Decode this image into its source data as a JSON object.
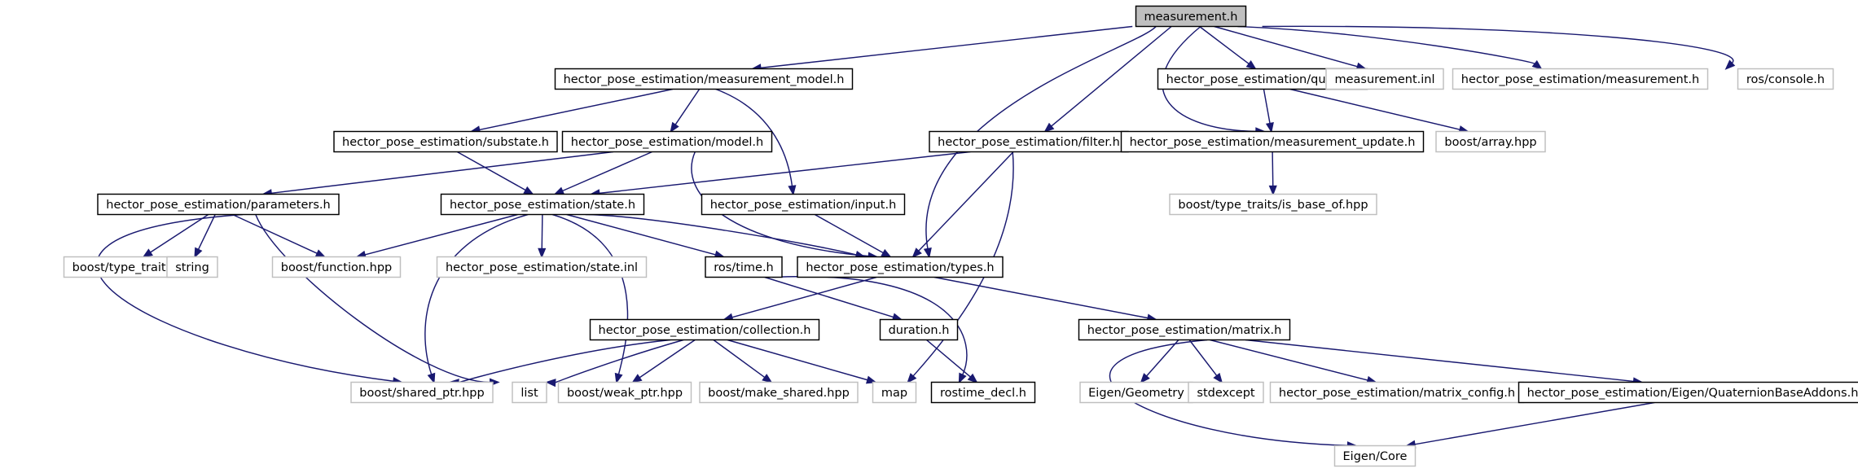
{
  "diagram": {
    "colors": {
      "edge": "#191970",
      "root_fill": "#bfbfbf",
      "root_stroke": "#000000",
      "doc_stroke": "#000000",
      "ext_stroke": "#bfbfbf",
      "text": "#000000"
    },
    "nodes": [
      {
        "id": "measurement_h",
        "label": "measurement.h",
        "kind": "root"
      },
      {
        "id": "measurement_model_h",
        "label": "hector_pose_estimation/measurement_model.h",
        "kind": "doc"
      },
      {
        "id": "queue_h",
        "label": "hector_pose_estimation/queue.h",
        "kind": "doc"
      },
      {
        "id": "measurement_inl",
        "label": "measurement.inl",
        "kind": "ext"
      },
      {
        "id": "hpe_measurement_h",
        "label": "hector_pose_estimation/measurement.h",
        "kind": "ext"
      },
      {
        "id": "ros_console_h",
        "label": "ros/console.h",
        "kind": "ext"
      },
      {
        "id": "substate_h",
        "label": "hector_pose_estimation/substate.h",
        "kind": "doc"
      },
      {
        "id": "model_h",
        "label": "hector_pose_estimation/model.h",
        "kind": "doc"
      },
      {
        "id": "filter_h",
        "label": "hector_pose_estimation/filter.h",
        "kind": "doc"
      },
      {
        "id": "measurement_update_h",
        "label": "hector_pose_estimation/measurement_update.h",
        "kind": "doc"
      },
      {
        "id": "boost_array",
        "label": "boost/array.hpp",
        "kind": "ext"
      },
      {
        "id": "parameters_h",
        "label": "hector_pose_estimation/parameters.h",
        "kind": "doc"
      },
      {
        "id": "state_h",
        "label": "hector_pose_estimation/state.h",
        "kind": "doc"
      },
      {
        "id": "input_h",
        "label": "hector_pose_estimation/input.h",
        "kind": "doc"
      },
      {
        "id": "is_base_of",
        "label": "boost/type_traits/is_base_of.hpp",
        "kind": "ext"
      },
      {
        "id": "type_traits",
        "label": "boost/type_traits.hpp",
        "kind": "ext"
      },
      {
        "id": "string",
        "label": "string",
        "kind": "ext"
      },
      {
        "id": "boost_function",
        "label": "boost/function.hpp",
        "kind": "ext"
      },
      {
        "id": "state_inl",
        "label": "hector_pose_estimation/state.inl",
        "kind": "ext"
      },
      {
        "id": "ros_time_h",
        "label": "ros/time.h",
        "kind": "doc"
      },
      {
        "id": "types_h",
        "label": "hector_pose_estimation/types.h",
        "kind": "doc"
      },
      {
        "id": "collection_h",
        "label": "hector_pose_estimation/collection.h",
        "kind": "doc"
      },
      {
        "id": "duration_h",
        "label": "duration.h",
        "kind": "doc"
      },
      {
        "id": "matrix_h",
        "label": "hector_pose_estimation/matrix.h",
        "kind": "doc"
      },
      {
        "id": "shared_ptr",
        "label": "boost/shared_ptr.hpp",
        "kind": "ext"
      },
      {
        "id": "list",
        "label": "list",
        "kind": "ext"
      },
      {
        "id": "weak_ptr",
        "label": "boost/weak_ptr.hpp",
        "kind": "ext"
      },
      {
        "id": "make_shared",
        "label": "boost/make_shared.hpp",
        "kind": "ext"
      },
      {
        "id": "map",
        "label": "map",
        "kind": "ext"
      },
      {
        "id": "rostime_decl",
        "label": "rostime_decl.h",
        "kind": "doc"
      },
      {
        "id": "eigen_geometry",
        "label": "Eigen/Geometry",
        "kind": "ext"
      },
      {
        "id": "stdexcept",
        "label": "stdexcept",
        "kind": "ext"
      },
      {
        "id": "matrix_config",
        "label": "hector_pose_estimation/matrix_config.h",
        "kind": "ext"
      },
      {
        "id": "quat_addons",
        "label": "hector_pose_estimation/Eigen/QuaternionBaseAddons.h",
        "kind": "doc"
      },
      {
        "id": "eigen_core",
        "label": "Eigen/Core",
        "kind": "ext"
      }
    ],
    "edges": [
      [
        "measurement_h",
        "measurement_model_h"
      ],
      [
        "measurement_h",
        "queue_h"
      ],
      [
        "measurement_h",
        "measurement_inl"
      ],
      [
        "measurement_h",
        "hpe_measurement_h"
      ],
      [
        "measurement_h",
        "ros_console_h"
      ],
      [
        "measurement_h",
        "filter_h"
      ],
      [
        "measurement_h",
        "measurement_update_h"
      ],
      [
        "measurement_h",
        "types_h"
      ],
      [
        "measurement_model_h",
        "substate_h"
      ],
      [
        "measurement_model_h",
        "model_h"
      ],
      [
        "measurement_model_h",
        "input_h"
      ],
      [
        "substate_h",
        "state_h"
      ],
      [
        "model_h",
        "parameters_h"
      ],
      [
        "model_h",
        "state_h"
      ],
      [
        "model_h",
        "types_h"
      ],
      [
        "filter_h",
        "state_h"
      ],
      [
        "filter_h",
        "types_h"
      ],
      [
        "filter_h",
        "map"
      ],
      [
        "queue_h",
        "measurement_update_h"
      ],
      [
        "queue_h",
        "boost_array"
      ],
      [
        "measurement_update_h",
        "is_base_of"
      ],
      [
        "parameters_h",
        "type_traits"
      ],
      [
        "parameters_h",
        "string"
      ],
      [
        "parameters_h",
        "boost_function"
      ],
      [
        "parameters_h",
        "shared_ptr"
      ],
      [
        "parameters_h",
        "list"
      ],
      [
        "state_h",
        "boost_function"
      ],
      [
        "state_h",
        "state_inl"
      ],
      [
        "state_h",
        "ros_time_h"
      ],
      [
        "state_h",
        "types_h"
      ],
      [
        "state_h",
        "shared_ptr"
      ],
      [
        "state_h",
        "weak_ptr"
      ],
      [
        "input_h",
        "types_h"
      ],
      [
        "ros_time_h",
        "duration_h"
      ],
      [
        "ros_time_h",
        "rostime_decl"
      ],
      [
        "types_h",
        "collection_h"
      ],
      [
        "types_h",
        "matrix_h"
      ],
      [
        "collection_h",
        "shared_ptr"
      ],
      [
        "collection_h",
        "list"
      ],
      [
        "collection_h",
        "weak_ptr"
      ],
      [
        "collection_h",
        "make_shared"
      ],
      [
        "collection_h",
        "map"
      ],
      [
        "duration_h",
        "rostime_decl"
      ],
      [
        "matrix_h",
        "eigen_geometry"
      ],
      [
        "matrix_h",
        "stdexcept"
      ],
      [
        "matrix_h",
        "matrix_config"
      ],
      [
        "matrix_h",
        "quat_addons"
      ],
      [
        "matrix_h",
        "eigen_core"
      ],
      [
        "quat_addons",
        "eigen_core"
      ]
    ]
  }
}
